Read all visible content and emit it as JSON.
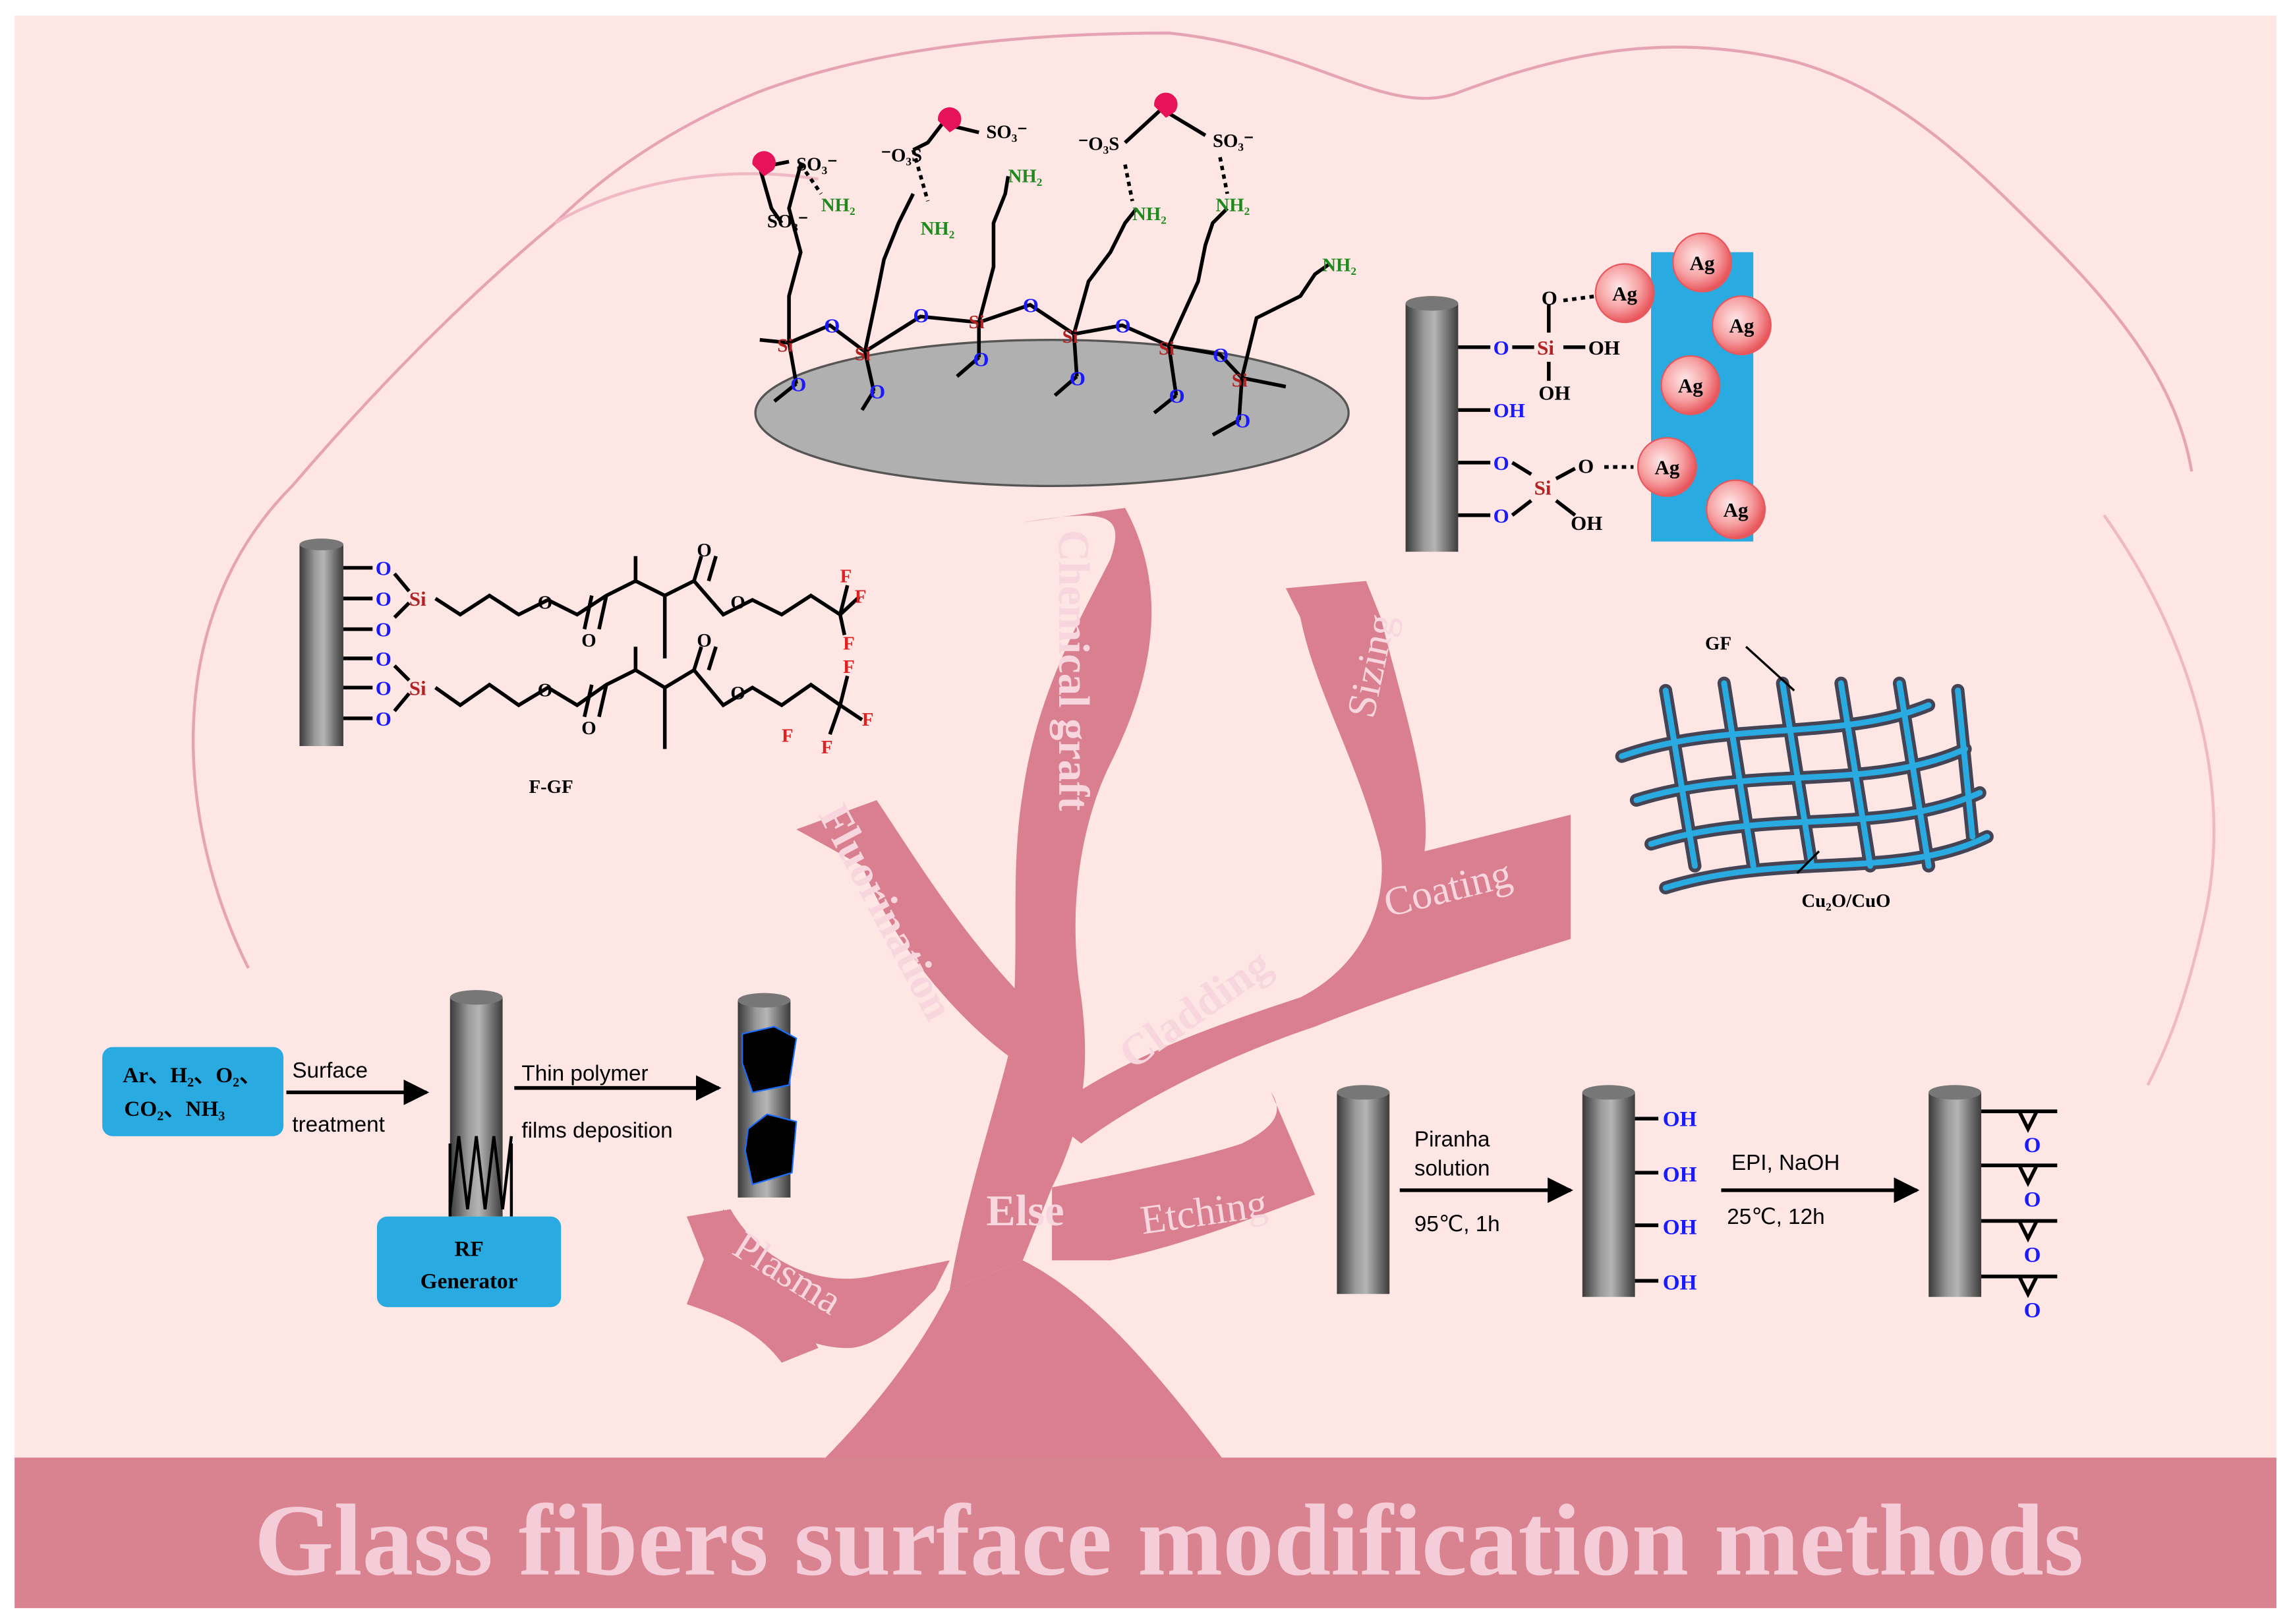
{
  "title": "Glass fibers surface modification methods",
  "branches": {
    "chemical_graft": "Chemical graft",
    "sizing": "Sizing",
    "fluorination": "Fluorination",
    "coating": "Coating",
    "cladding": "Cladding",
    "else": "Else",
    "etching": "Etching",
    "plasma": "Plasma"
  },
  "chem_top": {
    "so3": "SO₃⁻",
    "o3s": "⁻O₃S",
    "nh2": "NH₂",
    "si": "Si",
    "o": "O"
  },
  "ag_panel": {
    "ag": "Ag",
    "oh": "OH",
    "si": "Si",
    "o": "O"
  },
  "fluoro_panel": {
    "label": "F-GF",
    "f": "F",
    "o": "O",
    "si": "Si"
  },
  "mesh_panel": {
    "gf_label": "GF",
    "coat_label": "Cu₂O/CuO"
  },
  "plasma_panel": {
    "gases_line1": "Ar、H₂、O₂、",
    "gases_line2": "CO₂、NH₃",
    "step1_line1": "Surface",
    "step1_line2": "treatment",
    "step2_line1": "Thin polymer",
    "step2_line2": "films deposition",
    "rf_line1": "RF",
    "rf_line2": "Generator"
  },
  "etch_panel": {
    "step1_line1": "Piranha",
    "step1_line2": "solution",
    "step1_cond": "95℃, 1h",
    "step2_line1": "EPI, NaOH",
    "step2_cond": "25℃, 12h",
    "oh": "OH",
    "o": "O"
  },
  "colors": {
    "background": "#fde6e3",
    "tree": "#d97f8f",
    "tree_text": "#f7d6dd",
    "banner": "#d98391",
    "banner_text": "#f5cdd8",
    "accent_blue": "#29abe2",
    "o_blue": "#1a1aff",
    "si_red": "#b22222",
    "nh2_green": "#1e8a1e",
    "f_red": "#e02020",
    "magenta": "#e6135a",
    "ag_pink": "#f07a7e"
  }
}
